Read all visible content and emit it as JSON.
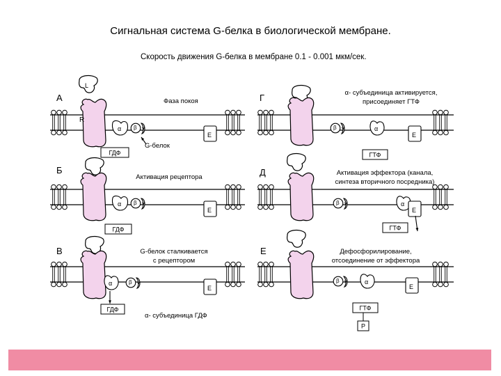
{
  "header": {
    "title": "Сигнальная система G-белка в биологической мембране.",
    "subtitle": "Скорость движения G-белка в мембране 0.1 - 0.001 мкм/сек."
  },
  "colors": {
    "receptor_fill": "#f3d3ec",
    "footer_bar": "#f08ca4",
    "line": "#000000",
    "background": "#ffffff"
  },
  "panels": {
    "A": {
      "letter": "А",
      "caption": "Фаза покоя",
      "ligand": "L",
      "receptor": "R",
      "alpha": "α",
      "beta": "β",
      "gamma": "γ",
      "effector": "E",
      "gprotein": "G-белок",
      "nucleotide": "ГДФ"
    },
    "B": {
      "letter": "Б",
      "caption": "Активация рецептора",
      "alpha": "α",
      "beta": "β",
      "gamma": "γ",
      "effector": "E",
      "nucleotide": "ГДФ"
    },
    "V": {
      "letter": "В",
      "caption_line1": "G-белок сталкивается",
      "caption_line2": "с рецептором",
      "alpha": "α",
      "beta": "β",
      "gamma": "γ",
      "effector": "E",
      "nucleotide": "ГДФ",
      "note": "α- субъединица ГДФ"
    },
    "G": {
      "letter": "Г",
      "caption_line1": "α- субъединица активируется,",
      "caption_line2": "присоединяет ГТФ",
      "alpha": "α",
      "beta": "β",
      "gamma": "γ",
      "effector": "E",
      "nucleotide": "ГТФ"
    },
    "D": {
      "letter": "Д",
      "caption_line1": "Активация эффектора (канала,",
      "caption_line2": "синтеза вторичного посредника)",
      "alpha": "α",
      "beta": "β",
      "gamma": "γ",
      "effector": "E",
      "nucleotide": "ГТФ"
    },
    "E": {
      "letter": "Е",
      "caption_line1": "Дефосфорилирование,",
      "caption_line2": "отсоединение от эффектора",
      "alpha": "α",
      "beta": "β",
      "gamma": "γ",
      "effector": "E",
      "nucleotide": "ГТФ",
      "phosphate": "P"
    }
  }
}
